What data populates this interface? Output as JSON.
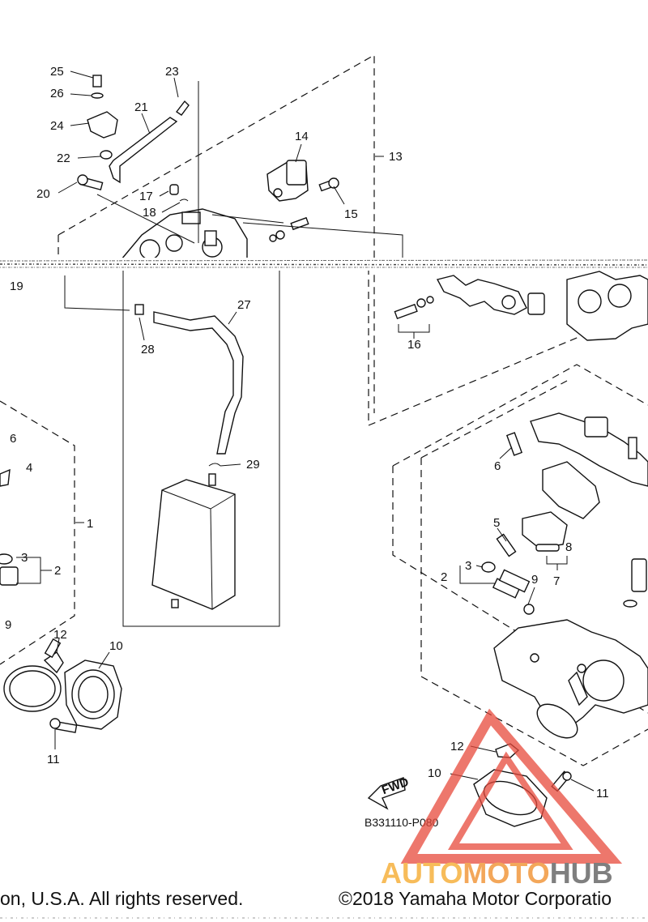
{
  "callouts": {
    "n1": "1",
    "n2": "2",
    "n3": "3",
    "n4": "4",
    "n5": "5",
    "n6": "6",
    "n7": "7",
    "n8": "8",
    "n9": "9",
    "n10": "10",
    "n11": "11",
    "n12": "12",
    "n13": "13",
    "n14": "14",
    "n15": "15",
    "n16": "16",
    "n17": "17",
    "n18": "18",
    "n19": "19",
    "n20": "20",
    "n21": "21",
    "n22": "22",
    "n23": "23",
    "n24": "24",
    "n25": "25",
    "n26": "26",
    "n27": "27",
    "n28": "28",
    "n29": "29"
  },
  "fwd_label": "FWD",
  "reference_code": "B331110-P080",
  "footer": {
    "left": "on, U.S.A. All rights reserved.",
    "right": "©2018 Yamaha Motor Corporatio"
  },
  "watermark": {
    "auto": "AUTO",
    "moto": "MOTO",
    "hub": "HUB",
    "colors": {
      "auto": "#f5a623",
      "moto": "#f08a24",
      "hub": "#555555",
      "triangle": "#e84a3c"
    }
  }
}
